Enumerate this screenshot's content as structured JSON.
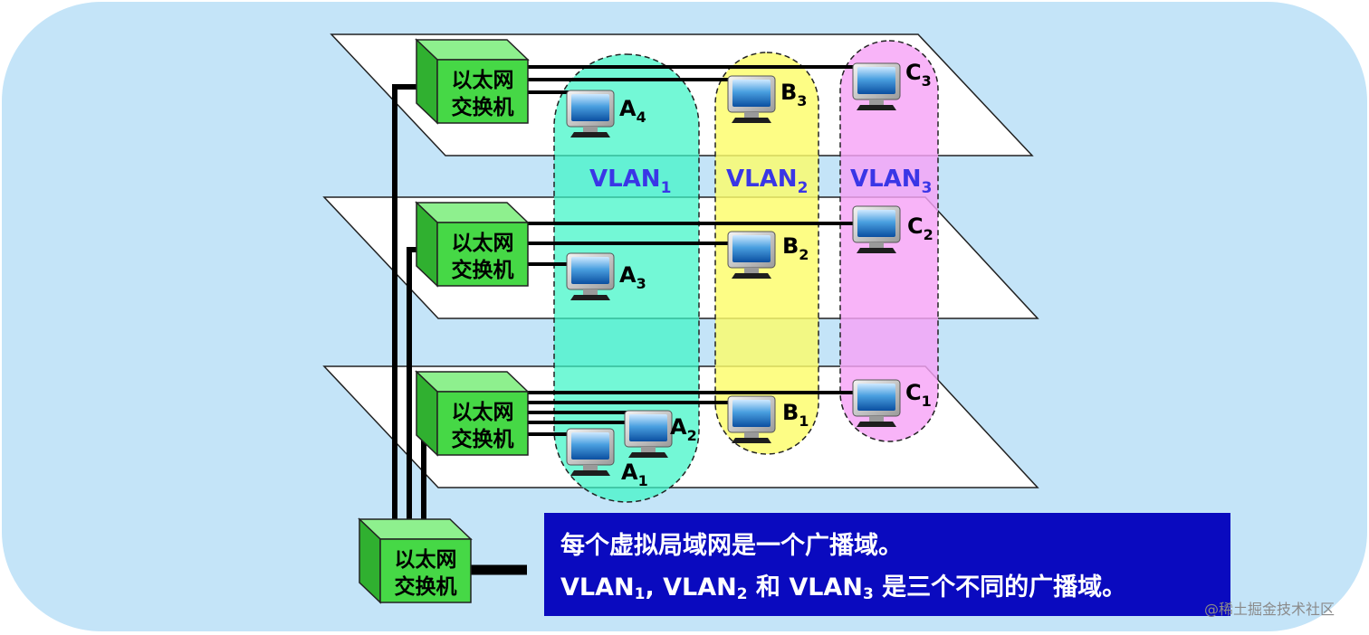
{
  "switch_label": {
    "line1": "以太网",
    "line2": "交换机"
  },
  "vlans": [
    {
      "base": "VLAN",
      "sub": "1",
      "fill": "#3df5c6"
    },
    {
      "base": "VLAN",
      "sub": "2",
      "fill": "#fdfd6a"
    },
    {
      "base": "VLAN",
      "sub": "3",
      "fill": "#f6a4f6"
    }
  ],
  "hosts": {
    "A4": {
      "base": "A",
      "sub": "4"
    },
    "A3": {
      "base": "A",
      "sub": "3"
    },
    "A2": {
      "base": "A",
      "sub": "2"
    },
    "A1": {
      "base": "A",
      "sub": "1"
    },
    "B3": {
      "base": "B",
      "sub": "3"
    },
    "B2": {
      "base": "B",
      "sub": "2"
    },
    "B1": {
      "base": "B",
      "sub": "1"
    },
    "C3": {
      "base": "C",
      "sub": "3"
    },
    "C2": {
      "base": "C",
      "sub": "2"
    },
    "C1": {
      "base": "C",
      "sub": "1"
    }
  },
  "info": {
    "line1": "每个虚拟局域网是一个广播域。",
    "l2_p1": "VLAN",
    "l2_s1": "1",
    "l2_p2": ", VLAN",
    "l2_s2": "2",
    "l2_p3": " 和 VLAN",
    "l2_s3": "3",
    "l2_p4": " 是三个不同的广播域。"
  },
  "watermark": "@稀土掘金技术社区",
  "colors": {
    "background_panel": "#c4e4f8",
    "switch_green": "#46d846",
    "info_box": "#0a0abf",
    "vlan_text": "#3a36e6"
  }
}
